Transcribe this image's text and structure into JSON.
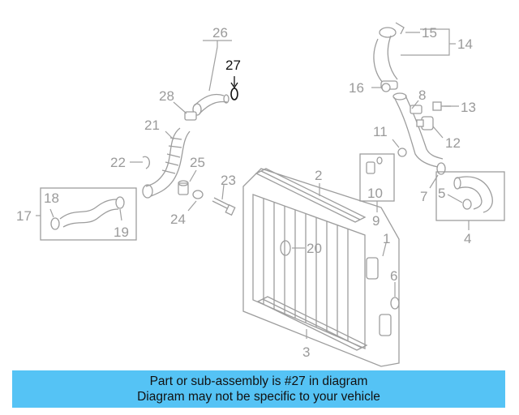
{
  "diagram": {
    "highlighted_callout": "27",
    "callouts": {
      "c1": "1",
      "c2": "2",
      "c3": "3",
      "c4": "4",
      "c5": "5",
      "c6": "6",
      "c7": "7",
      "c8": "8",
      "c9": "9",
      "c10": "10",
      "c11": "11",
      "c12": "12",
      "c13": "13",
      "c14": "14",
      "c15": "15",
      "c16": "16",
      "c17": "17",
      "c18": "18",
      "c19": "19",
      "c20": "20",
      "c21": "21",
      "c22": "22",
      "c23": "23",
      "c24": "24",
      "c25": "25",
      "c26": "26",
      "c27": "27",
      "c28": "28"
    },
    "colors": {
      "line": "#9d9d9d",
      "highlight": "#111111",
      "banner": "#55c3f5"
    }
  },
  "caption": {
    "line1": "Part or sub-assembly is #27 in diagram",
    "line2": "Diagram may not be specific to your vehicle"
  }
}
